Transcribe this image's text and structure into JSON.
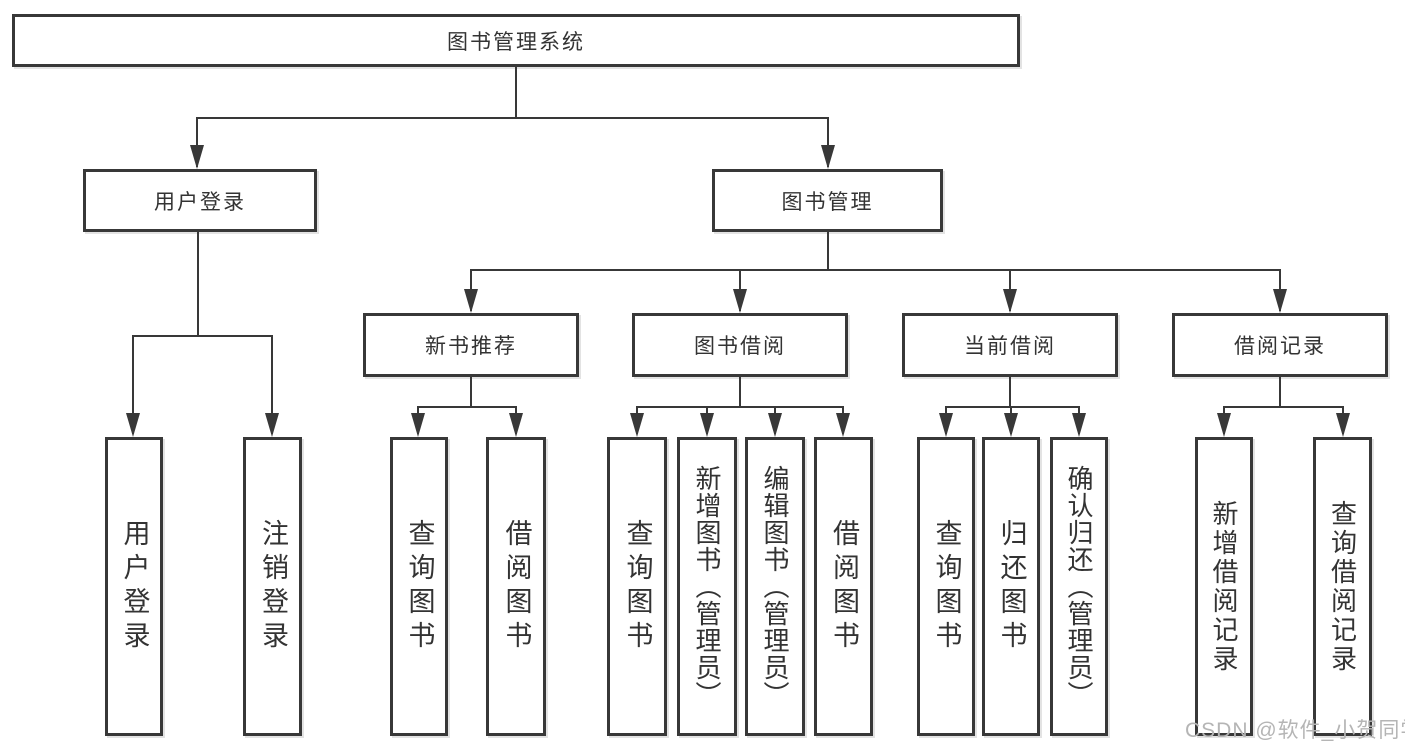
{
  "tree": {
    "root": "图书管理系统",
    "branches": [
      {
        "label": "用户登录",
        "children": [
          "用户登录",
          "注销登录"
        ]
      },
      {
        "label": "图书管理",
        "children": [
          {
            "label": "新书推荐",
            "children": [
              "查询图书",
              "借阅图书"
            ]
          },
          {
            "label": "图书借阅",
            "children": [
              "查询图书",
              "新增图书（管理员）",
              "编辑图书（管理员）",
              "借阅图书"
            ]
          },
          {
            "label": "当前借阅",
            "children": [
              "查询图书",
              "归还图书",
              "确认归还（管理员）"
            ]
          },
          {
            "label": "借阅记录",
            "children": [
              "新增借阅记录",
              "查询借阅记录"
            ]
          }
        ]
      }
    ]
  },
  "watermark": "CSDN @软件_小贺同学",
  "colors": {
    "line": "#383838",
    "text": "#333333",
    "background": "#ffffff",
    "watermark": "#b5b5b5"
  }
}
